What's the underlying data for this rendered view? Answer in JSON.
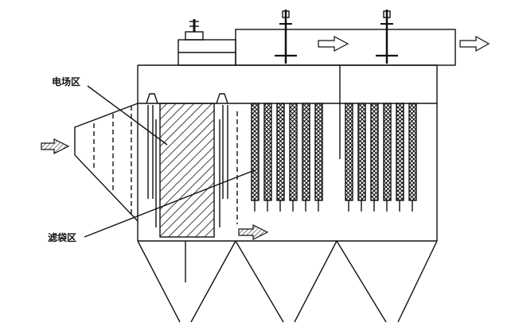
{
  "labels": {
    "electric_field": "电场区",
    "filter_bag": "滤袋区"
  },
  "colors": {
    "stroke": "#111111",
    "background": "#ffffff"
  },
  "icons": {
    "arrow": "hollow-hatched-arrow"
  }
}
